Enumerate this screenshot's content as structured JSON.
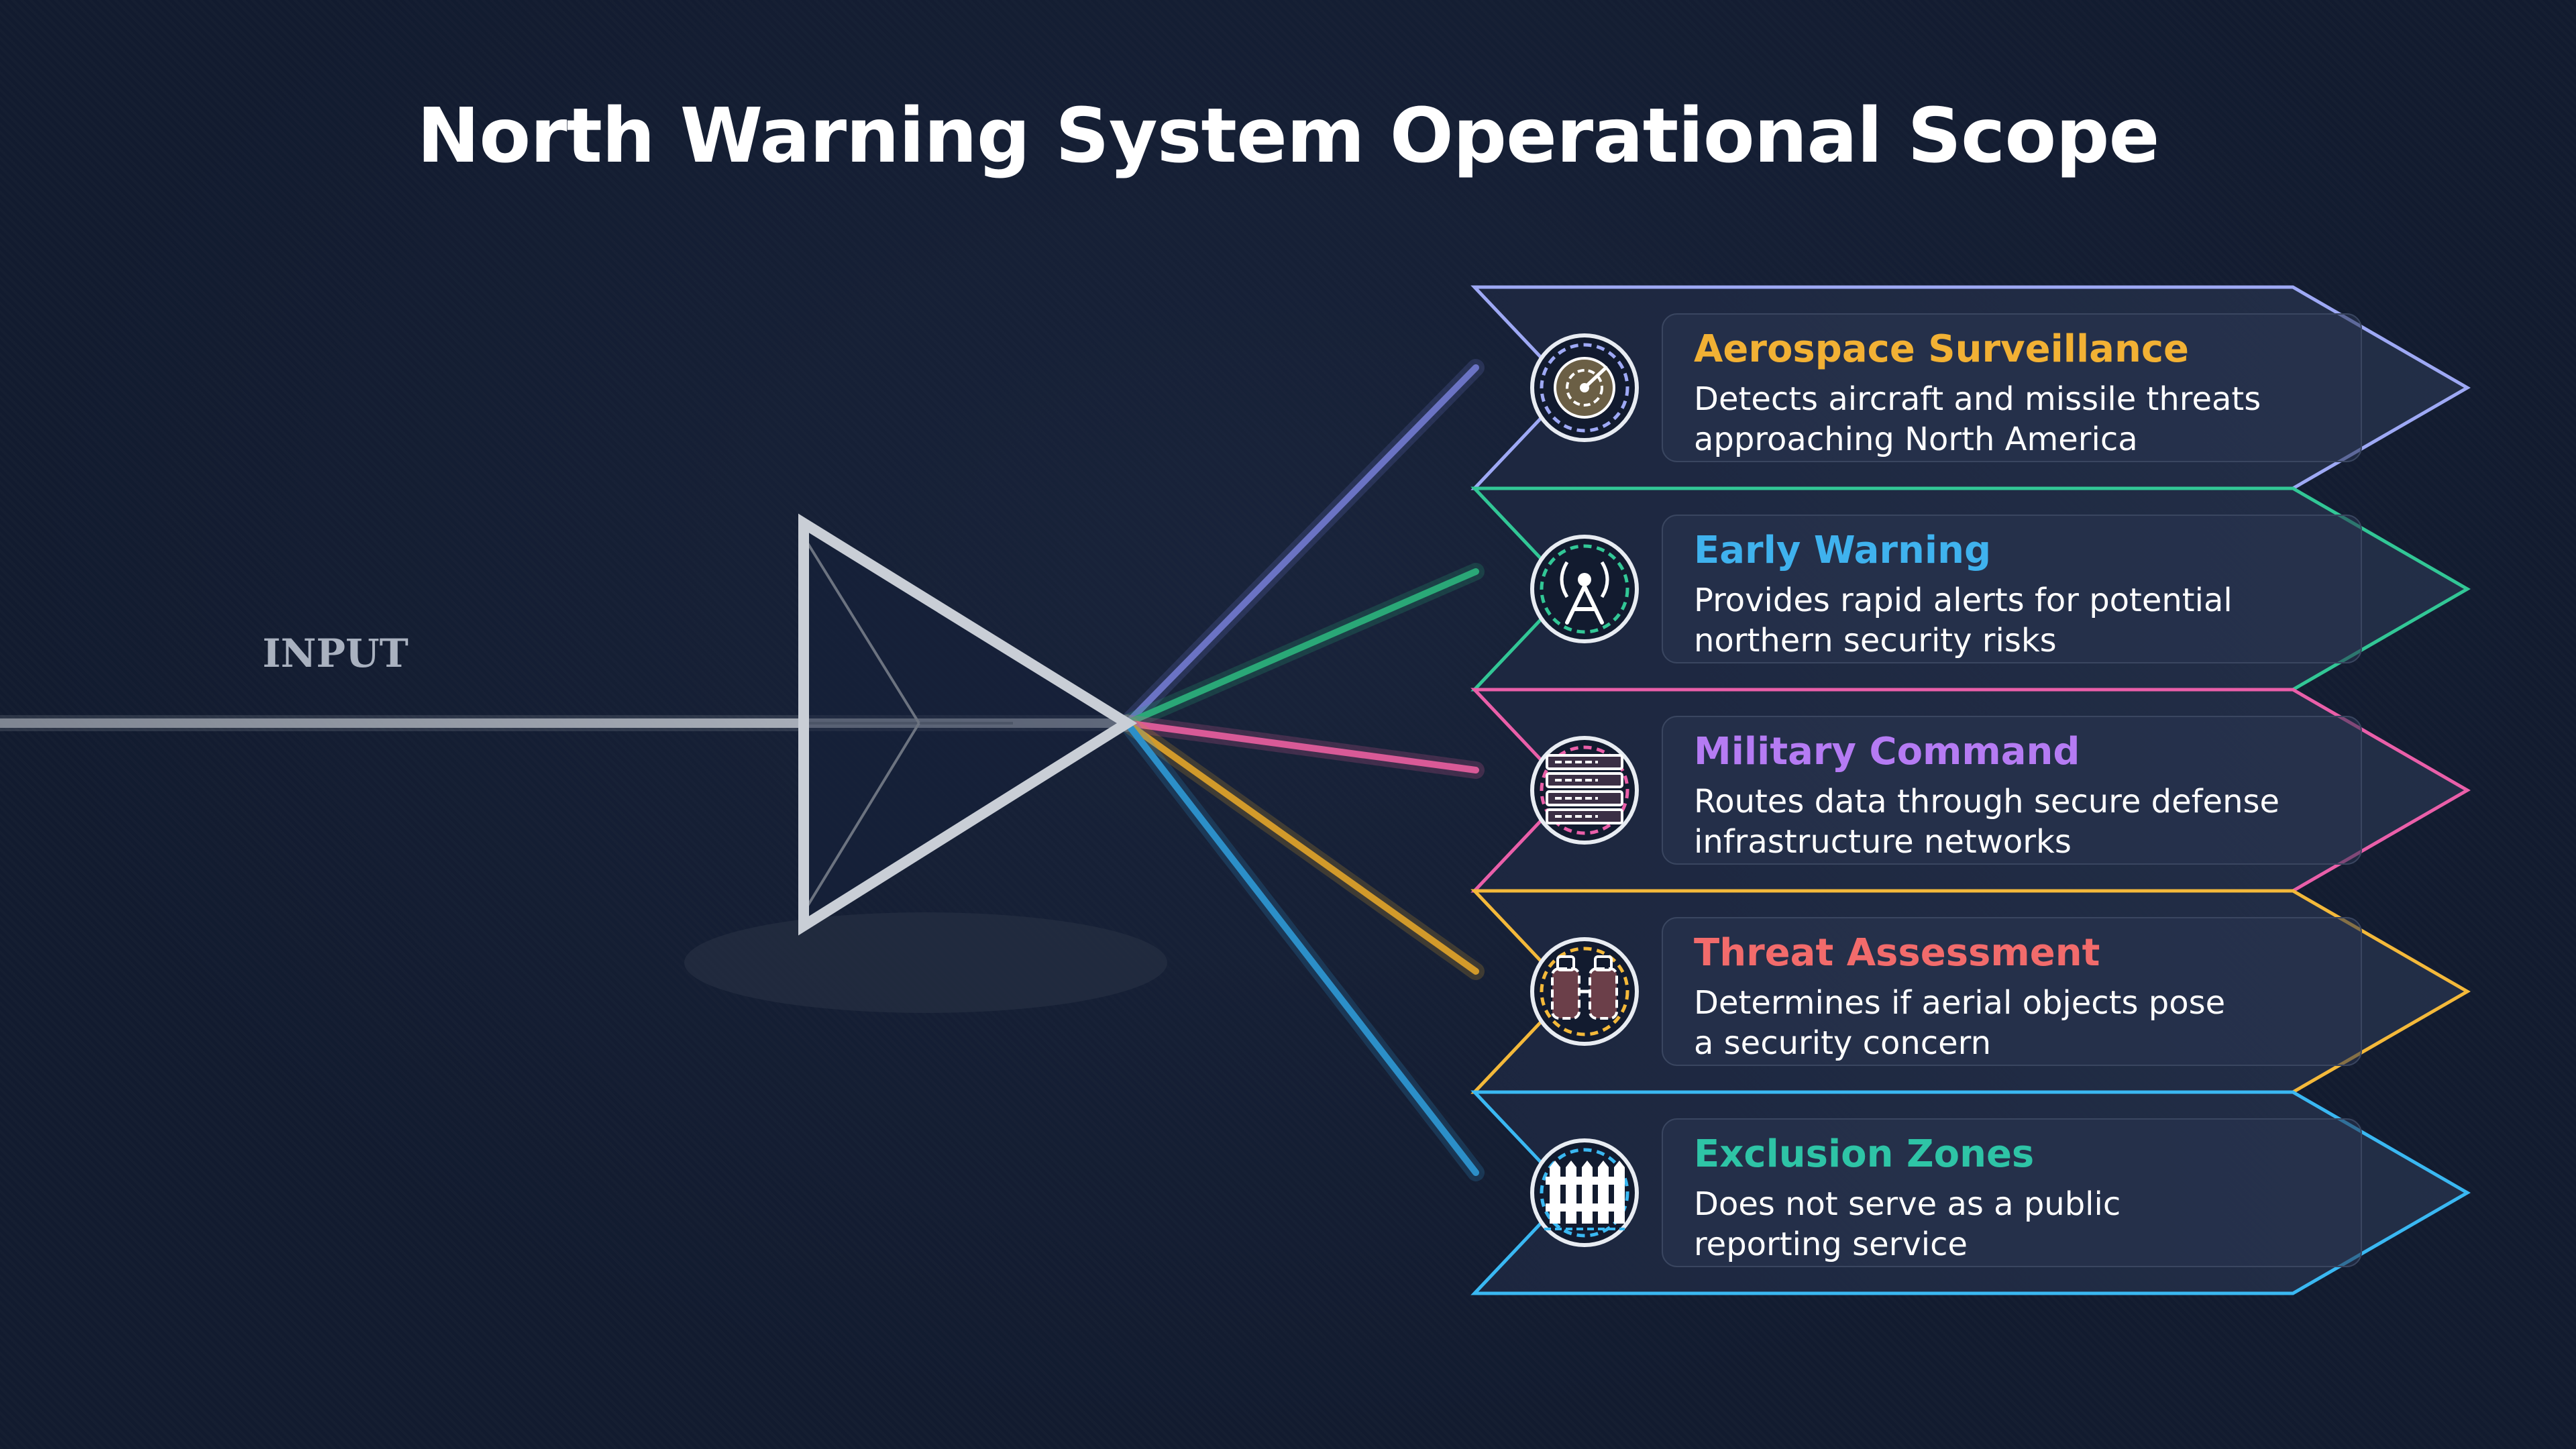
{
  "title": "North Warning System Operational Scope",
  "input_label": "INPUT",
  "colors": {
    "background": "#121b2f",
    "prism": "#c9ced6",
    "card_fill": "#1f2a40"
  },
  "outputs": [
    {
      "title": "Aerospace Surveillance",
      "line1": "Detects aircraft and missile threats",
      "line2": "approaching North America",
      "color": "#f2b134",
      "border": "#9ea9f5",
      "beam": "#6b73c4",
      "icon": "radar-icon"
    },
    {
      "title": "Early Warning",
      "line1": "Provides rapid alerts for potential",
      "line2": "northern security risks",
      "color": "#3fb2ee",
      "border": "#32c796",
      "beam": "#2aa877",
      "icon": "antenna-tower-icon"
    },
    {
      "title": "Military Command",
      "line1": "Routes data through secure defense",
      "line2": "infrastructure networks",
      "color": "#b57bf3",
      "border": "#ea5fa9",
      "beam": "#d95a97",
      "icon": "server-rack-icon"
    },
    {
      "title": "Threat Assessment",
      "line1": "Determines if aerial objects pose",
      "line2": "a security concern",
      "color": "#f26b6b",
      "border": "#f4b93a",
      "beam": "#d29a2a",
      "icon": "binoculars-icon"
    },
    {
      "title": "Exclusion Zones",
      "line1": "Does not serve as a public",
      "line2": "reporting service",
      "color": "#2ec4a6",
      "border": "#3ab8f2",
      "beam": "#2c8fc8",
      "icon": "fence-icon"
    }
  ]
}
